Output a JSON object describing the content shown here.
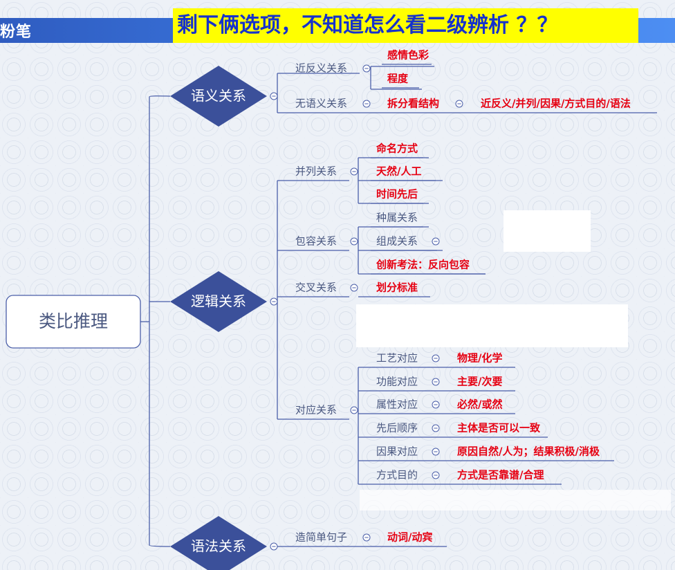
{
  "header": {
    "brand": "粉笔",
    "question": "剩下俩选项，不知道怎么看二级辨析 ？？"
  },
  "diagram": {
    "root": "类比推理",
    "branches": [
      {
        "label": "语义关系",
        "items": [
          {
            "label": "近反义关系",
            "children": [
              {
                "label": "感情色彩"
              },
              {
                "label": "程度"
              }
            ]
          },
          {
            "label": "无语义关系",
            "children": [
              {
                "label": "拆分看结构",
                "children": [
                  {
                    "label": "近反义/并列/因果/方式目的/语法"
                  }
                ]
              }
            ]
          }
        ]
      },
      {
        "label": "逻辑关系",
        "items": [
          {
            "label": "并列关系",
            "children": [
              {
                "label": "命名方式"
              },
              {
                "label": "天然/人工"
              },
              {
                "label": "时间先后"
              }
            ]
          },
          {
            "label": "包容关系",
            "children": [
              {
                "label": "种属关系",
                "plain": true
              },
              {
                "label": "组成关系",
                "plain": true
              },
              {
                "label": "创新考法：反向包容"
              }
            ]
          },
          {
            "label": "交叉关系",
            "children": [
              {
                "label": "划分标准"
              }
            ]
          },
          {
            "label": "对应关系",
            "children": [
              {
                "label": "工艺对应",
                "plain": true,
                "children": [
                  {
                    "label": "物理/化学"
                  }
                ]
              },
              {
                "label": "功能对应",
                "plain": true,
                "children": [
                  {
                    "label": "主要/次要"
                  }
                ]
              },
              {
                "label": "属性对应",
                "plain": true,
                "children": [
                  {
                    "label": "必然/或然"
                  }
                ]
              },
              {
                "label": "先后顺序",
                "plain": true,
                "children": [
                  {
                    "label": "主体是否可以一致"
                  }
                ]
              },
              {
                "label": "因果对应",
                "plain": true,
                "children": [
                  {
                    "label": "原因自然/人为；结果积极/消极"
                  }
                ]
              },
              {
                "label": "方式目的",
                "plain": true,
                "children": [
                  {
                    "label": "方式是否靠谱/合理"
                  }
                ]
              }
            ]
          }
        ]
      },
      {
        "label": "语法关系",
        "items": [
          {
            "label": "造简单句子",
            "children": [
              {
                "label": "动词/动宾"
              }
            ]
          }
        ]
      }
    ]
  },
  "colors": {
    "diamond": "#3b509a",
    "line": "#4a5ea8",
    "node_text": "#4a5880",
    "leaf_text": "#e60012",
    "banner": "#3e7ee8",
    "highlight": "#ffff00",
    "question_text": "#1632cc"
  }
}
